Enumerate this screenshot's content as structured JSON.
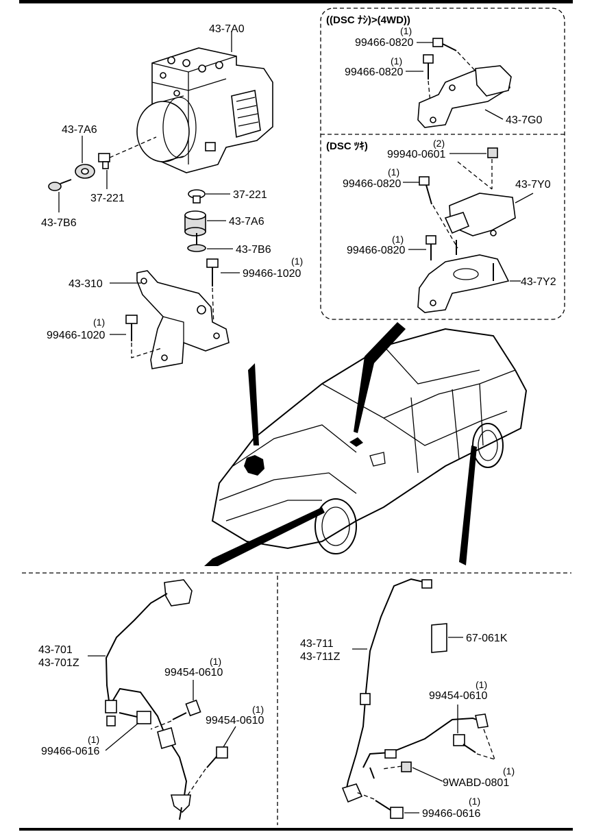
{
  "callouts": {
    "unit_43_7A0": "43-7A0",
    "mount_43_7A6_left": "43-7A6",
    "washer_43_7B6_left": "43-7B6",
    "collar_37_221_left": "37-221",
    "collar_37_221_right": "37-221",
    "mount_43_7A6_right": "43-7A6",
    "washer_43_7B6_right": "43-7B6",
    "bolt_99466_1020_right": "99466-1020",
    "bolt_99466_1020_right_qty": "(1)",
    "bracket_43_310": "43-310",
    "bolt_99466_1020_left": "99466-1020",
    "bolt_99466_1020_left_qty": "(1)"
  },
  "inset_4wd": {
    "header": "((DSC ﾅｼ)>(4WD))",
    "bolt_a": "99466-0820",
    "bolt_a_qty": "(1)",
    "bolt_b": "99466-0820",
    "bolt_b_qty": "(1)",
    "sensor": "43-7G0"
  },
  "inset_dsc": {
    "header": "(DSC ﾂｷ)",
    "nut": "99940-0601",
    "nut_qty": "(2)",
    "bolt_a": "99466-0820",
    "bolt_a_qty": "(1)",
    "sensor": "43-7Y0",
    "bolt_b": "99466-0820",
    "bolt_b_qty": "(1)",
    "bracket": "43-7Y2"
  },
  "front_sensor": {
    "label_a": "43-701",
    "label_b": "43-701Z",
    "bolt_a": "99454-0610",
    "bolt_a_qty": "(1)",
    "bolt_b": "99454-0610",
    "bolt_b_qty": "(1)",
    "bolt_c": "99466-0616",
    "bolt_c_qty": "(1)"
  },
  "rear_sensor": {
    "label_a": "43-711",
    "label_b": "43-711Z",
    "tag": "67-061K",
    "bolt_a": "99454-0610",
    "bolt_a_qty": "(1)",
    "nut": "9WABD-0801",
    "nut_qty": "(1)",
    "bolt_b": "99466-0616",
    "bolt_b_qty": "(1)"
  }
}
